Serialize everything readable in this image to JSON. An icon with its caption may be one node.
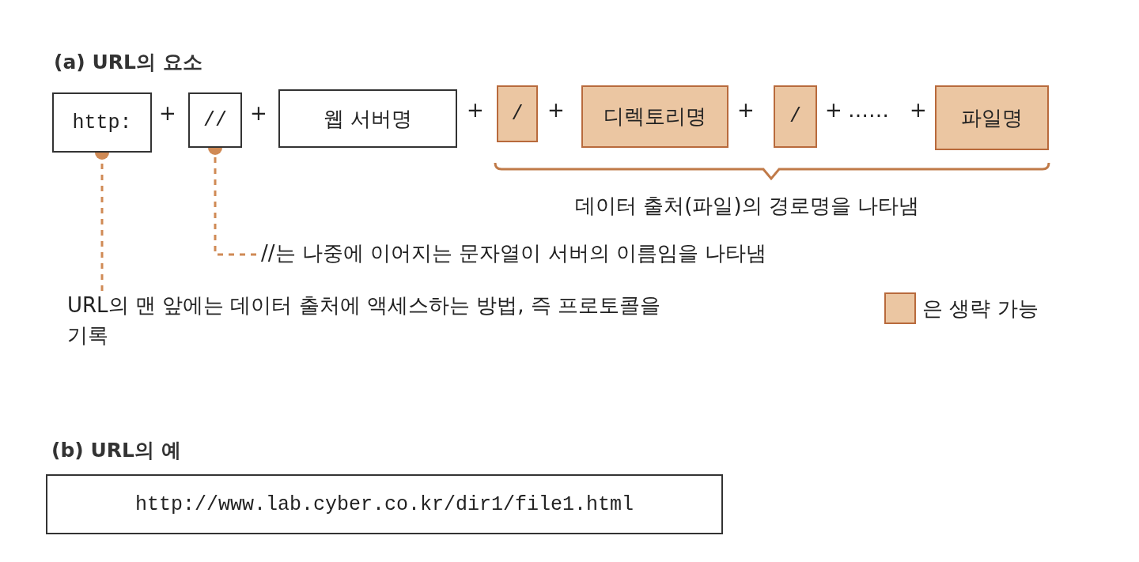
{
  "diagram": {
    "nodes": [
      {
        "text": [
          "http:"
        ]
      },
      {
        "text": [
          "//"
        ]
      },
      {
        "text": [
          "웹 서버명"
        ]
      },
      {
        "text": [
          "/"
        ]
      },
      {
        "text": [
          "디렉토리명"
        ]
      },
      {
        "text": [
          "/"
        ]
      },
      {
        "text": [
          "파일명"
        ]
      },
      {
        "text": [
          "//는 나중에 이어지는 문자열이 서버의 이름임을 나타냄"
        ]
      },
      {
        "text": [
          "URL의 맨 앞에는 데이터 출처에 액세스하는 방법, 즉 프로토콜을 기록"
        ]
      },
      {
        "text": [
          "http://www.lab.cyber.co.kr/dir1/file1.html"
        ]
      }
    ],
    "edges": [
      {
        "from": 7,
        "to": 1,
        "arrow": "other",
        "style": "dashed"
      },
      {
        "from": 8,
        "to": 0,
        "arrow": "other",
        "style": "dashed"
      }
    ],
    "labels": [
      "(a) URL의 요소",
      "+",
      "+",
      "+",
      "+",
      "+",
      "+",
      "……",
      "+",
      "데이터 출처(파일)의 경로명을 나타냄",
      "(b) URL의 예"
    ],
    "legend": [
      {
        "text": "은 생략 가능",
        "color": "#ebc6a2"
      }
    ]
  }
}
